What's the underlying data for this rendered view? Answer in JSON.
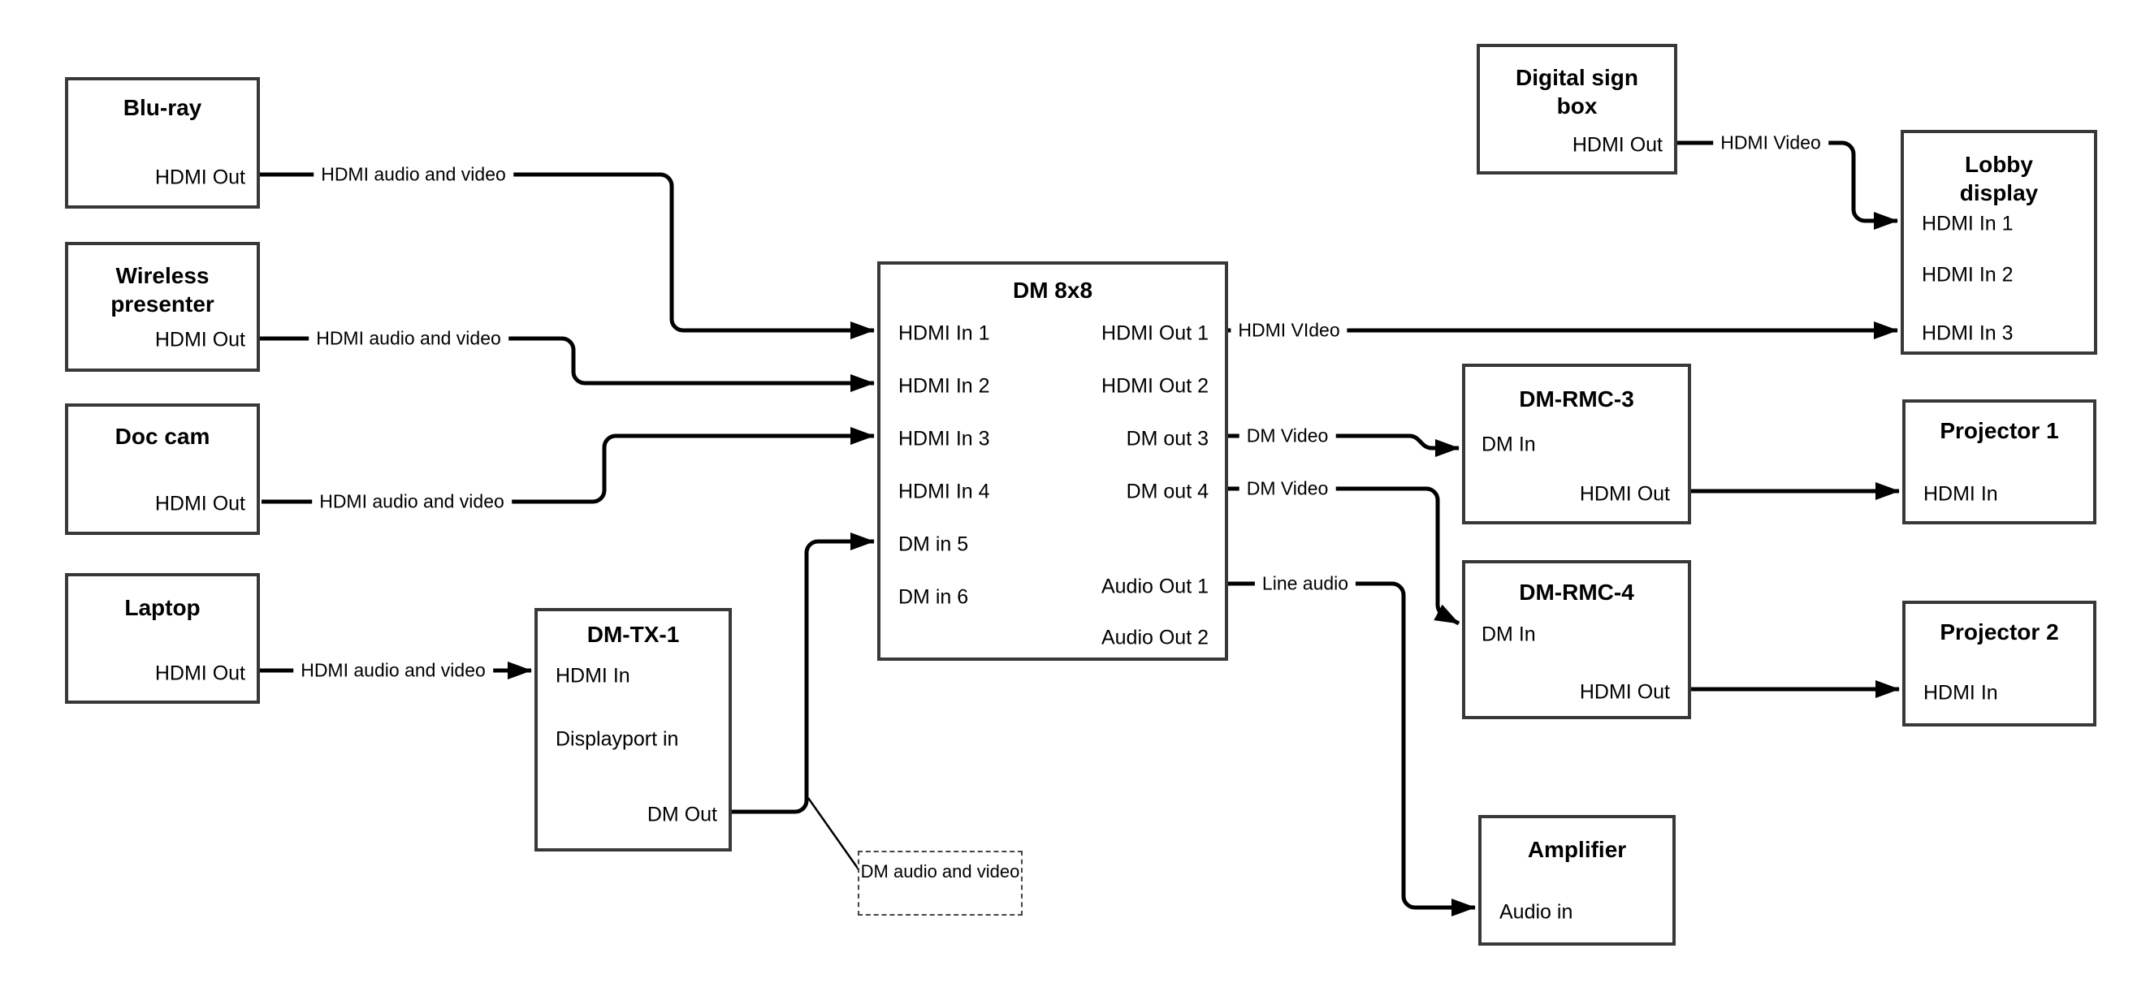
{
  "nodes": {
    "bluray": {
      "title": "Blu-ray",
      "ports": {
        "hdmi_out": "HDMI Out"
      }
    },
    "wireless_presenter": {
      "title": "Wireless presenter",
      "ports": {
        "hdmi_out": "HDMI Out"
      }
    },
    "doc_cam": {
      "title": "Doc cam",
      "ports": {
        "hdmi_out": "HDMI Out"
      }
    },
    "laptop": {
      "title": "Laptop",
      "ports": {
        "hdmi_out": "HDMI Out"
      }
    },
    "dm_tx_1": {
      "title": "DM-TX-1",
      "ports": {
        "hdmi_in": "HDMI In",
        "displayport_in": "Displayport in",
        "dm_out": "DM Out"
      }
    },
    "dm_8x8": {
      "title": "DM 8x8",
      "ports": {
        "hdmi_in_1": "HDMI In 1",
        "hdmi_in_2": "HDMI In 2",
        "hdmi_in_3": "HDMI In 3",
        "hdmi_in_4": "HDMI In 4",
        "dm_in_5": "DM in 5",
        "dm_in_6": "DM in 6",
        "hdmi_out_1": "HDMI Out 1",
        "hdmi_out_2": "HDMI Out 2",
        "dm_out_3": "DM out 3",
        "dm_out_4": "DM out 4",
        "audio_out_1": "Audio Out 1",
        "audio_out_2": "Audio Out 2"
      }
    },
    "digital_sign_box": {
      "title": "Digital sign box",
      "ports": {
        "hdmi_out": "HDMI Out"
      }
    },
    "lobby_display": {
      "title": "Lobby display",
      "ports": {
        "hdmi_in_1": "HDMI In 1",
        "hdmi_in_2": "HDMI In 2",
        "hdmi_in_3": "HDMI In 3"
      }
    },
    "dm_rmc_3": {
      "title": "DM-RMC-3",
      "ports": {
        "dm_in": "DM In",
        "hdmi_out": "HDMI Out"
      }
    },
    "projector_1": {
      "title": "Projector 1",
      "ports": {
        "hdmi_in": "HDMI In"
      }
    },
    "dm_rmc_4": {
      "title": "DM-RMC-4",
      "ports": {
        "dm_in": "DM In",
        "hdmi_out": "HDMI Out"
      }
    },
    "projector_2": {
      "title": "Projector 2",
      "ports": {
        "hdmi_in": "HDMI In"
      }
    },
    "amplifier": {
      "title": "Amplifier",
      "ports": {
        "audio_in": "Audio in"
      }
    }
  },
  "wire_labels": {
    "bluray_to_dm8x8": "HDMI audio and video",
    "wireless_to_dm8x8": "HDMI audio and video",
    "doc_cam_to_dm8x8": "HDMI audio and video",
    "laptop_to_dmtx1": "HDMI audio and video",
    "hdmi_out_1_to_lobby": "HDMI VIdeo",
    "sign_to_lobby": "HDMI Video",
    "dm_out_3_to_rmc3": "DM Video",
    "dm_out_4_to_rmc4": "DM Video",
    "audio_out_1_to_amp": "Line audio"
  },
  "annotation": {
    "dm_audio_video": "DM audio and video"
  },
  "colors": {
    "wire": "#000000",
    "box_border": "#383838",
    "text": "#000000",
    "background": "#ffffff"
  }
}
